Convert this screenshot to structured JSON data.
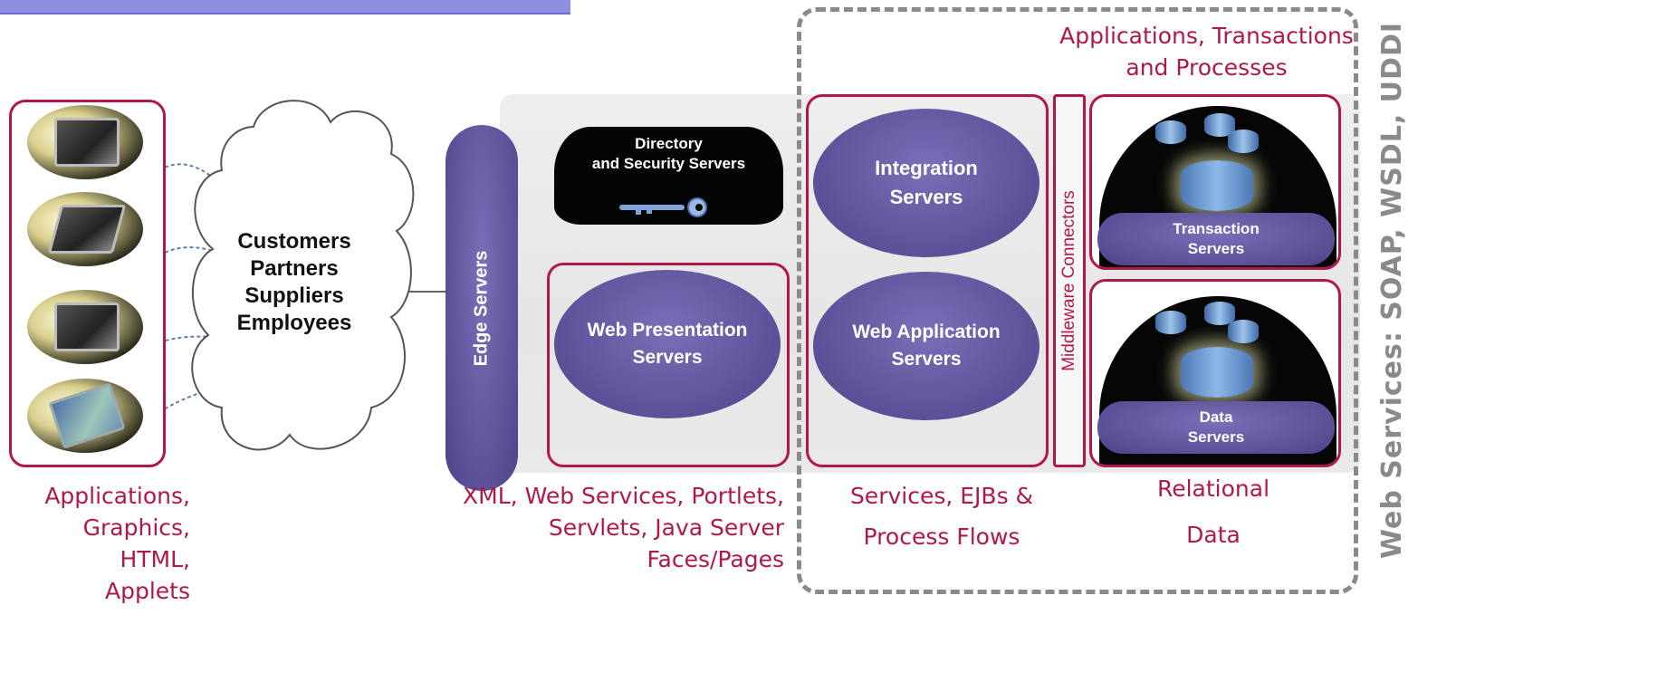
{
  "clients": {
    "label_lines": [
      "Applications,",
      "Graphics,",
      "HTML, Applets"
    ],
    "devices": [
      "desktop-computer-icon",
      "laptop-icon",
      "desktop-computer-icon",
      "pda-icon"
    ]
  },
  "cloud": {
    "lines": [
      "Customers",
      "Partners",
      "Suppliers",
      "Employees"
    ]
  },
  "edge_servers": "Edge Servers",
  "directory": {
    "line1": "Directory",
    "line2": "and Security Servers"
  },
  "web_presentation": {
    "line1": "Web Presentation",
    "line2": "Servers"
  },
  "presentation_caption": {
    "line1": "XML, Web Services, Portlets,",
    "line2": "Servlets, Java Server Faces/Pages"
  },
  "integration": {
    "line1": "Integration",
    "line2": "Servers"
  },
  "web_application": {
    "line1": "Web Application",
    "line2": "Servers"
  },
  "services_caption": {
    "line1": "Services, EJBs &",
    "line2": "Process Flows"
  },
  "middleware": "Middleware Connectors",
  "backend_caption": {
    "line1": "Applications, Transactions",
    "line2": "and Processes"
  },
  "transaction_servers": {
    "line1": "Transaction",
    "line2": "Servers"
  },
  "data_servers": {
    "line1": "Data",
    "line2": "Servers"
  },
  "data_caption": {
    "line1": "Relational",
    "line2": "Data"
  },
  "web_services": "Web Services: SOAP, WSDL, UDDI",
  "colors": {
    "accent_red": "#b0174d",
    "server_purple": "#5b5198",
    "dashed_gray": "#8a8a8a"
  }
}
